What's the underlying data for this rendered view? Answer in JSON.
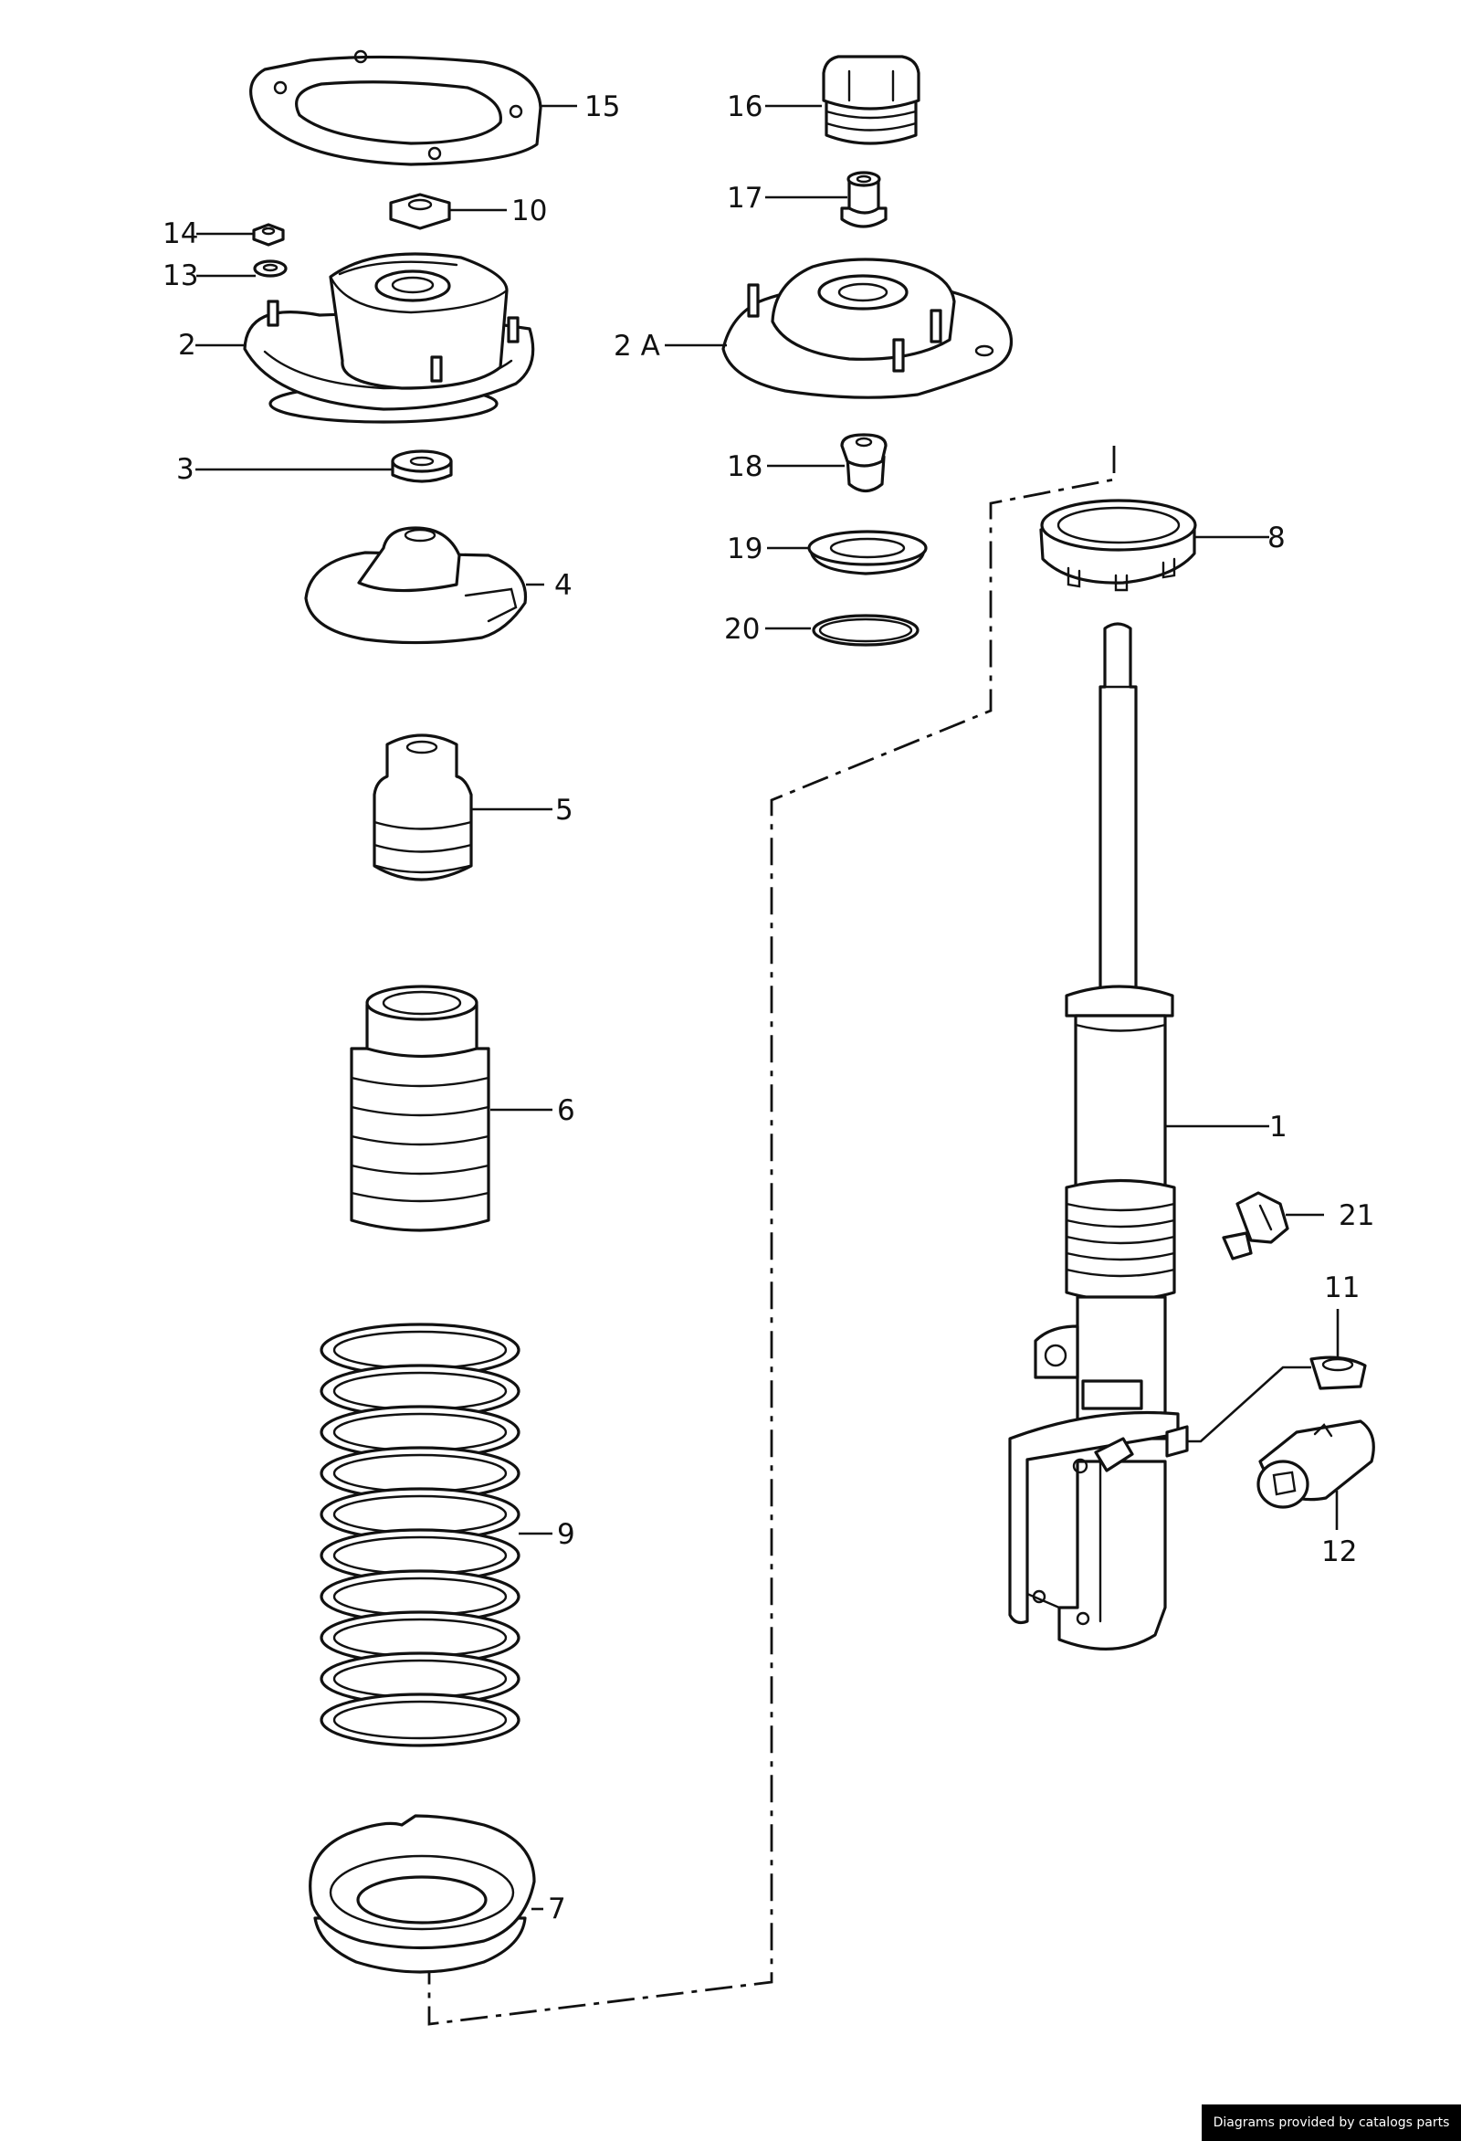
{
  "diagram": {
    "labels": {
      "p1": "1",
      "p2": "2",
      "p2a": "2 A",
      "p3": "3",
      "p4": "4",
      "p5": "5",
      "p6": "6",
      "p7": "7",
      "p8": "8",
      "p9": "9",
      "p10": "10",
      "p11": "11",
      "p12": "12",
      "p13": "13",
      "p14": "14",
      "p15": "15",
      "p16": "16",
      "p17": "17",
      "p18": "18",
      "p19": "19",
      "p20": "20",
      "p21": "21"
    }
  },
  "footer": {
    "credit": "Diagrams provided by catalogs parts"
  }
}
